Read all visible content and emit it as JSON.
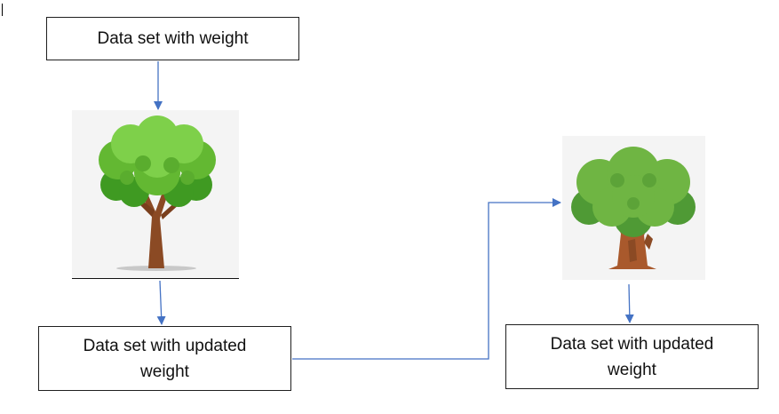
{
  "boxes": {
    "top": "Data set with weight",
    "left": [
      "Data set with updated",
      "weight"
    ],
    "right": [
      "Data set with updated",
      "weight"
    ]
  },
  "images": {
    "tree_left": "tree-illustration",
    "tree_right": "tree-illustration"
  },
  "colors": {
    "arrow": "#4472C4",
    "box_border": "#1f1f1f",
    "foliage_dark": "#3f9a22",
    "foliage_light": "#7ed04a",
    "trunk": "#8b4a24"
  }
}
